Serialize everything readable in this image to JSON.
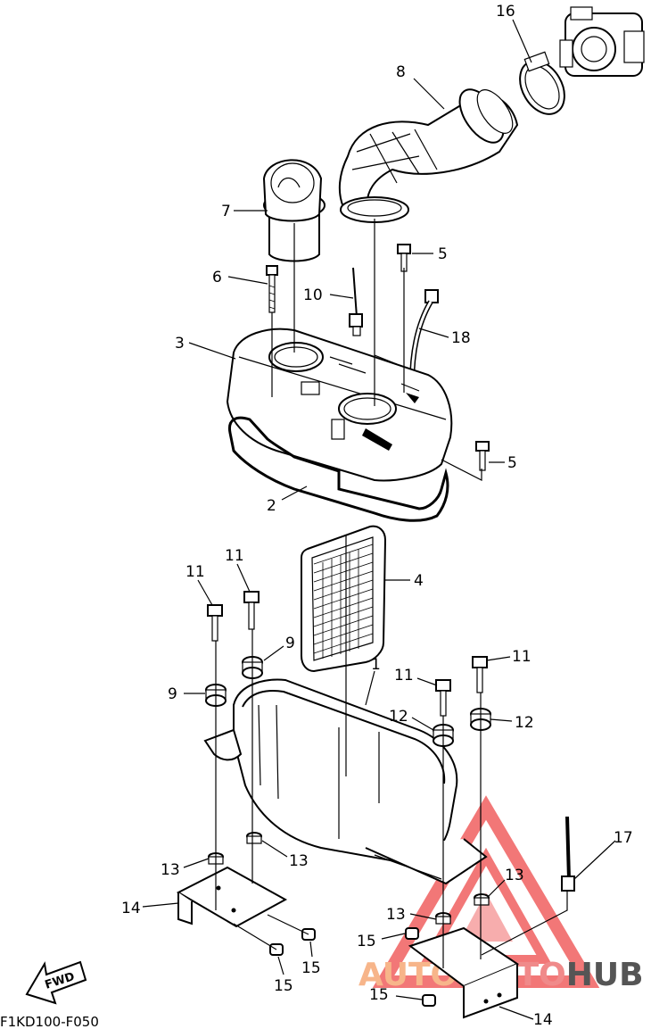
{
  "diagram": {
    "code": "F1KD100-F050",
    "fwd_label": "FWD",
    "watermark": {
      "text_left": "AUTO",
      "text_middle": "MOTO",
      "text_right": "HUB",
      "color_left": "#f7b58a",
      "color_middle": "#f08a8a",
      "color_right": "#555555",
      "logo_color": "#ee4a4a"
    },
    "callouts": [
      {
        "id": "c16",
        "label": "16"
      },
      {
        "id": "c8",
        "label": "8"
      },
      {
        "id": "c7",
        "label": "7"
      },
      {
        "id": "c5a",
        "label": "5"
      },
      {
        "id": "c6",
        "label": "6"
      },
      {
        "id": "c10",
        "label": "10"
      },
      {
        "id": "c18",
        "label": "18"
      },
      {
        "id": "c3",
        "label": "3"
      },
      {
        "id": "c5b",
        "label": "5"
      },
      {
        "id": "c2",
        "label": "2"
      },
      {
        "id": "c4",
        "label": "4"
      },
      {
        "id": "c11a",
        "label": "11"
      },
      {
        "id": "c11b",
        "label": "11"
      },
      {
        "id": "c9a",
        "label": "9"
      },
      {
        "id": "c9b",
        "label": "9"
      },
      {
        "id": "c1",
        "label": "1"
      },
      {
        "id": "c11c",
        "label": "11"
      },
      {
        "id": "c11d",
        "label": "11"
      },
      {
        "id": "c12a",
        "label": "12"
      },
      {
        "id": "c12b",
        "label": "12"
      },
      {
        "id": "c17",
        "label": "17"
      },
      {
        "id": "c13a",
        "label": "13"
      },
      {
        "id": "c13b",
        "label": "13"
      },
      {
        "id": "c13c",
        "label": "13"
      },
      {
        "id": "c13d",
        "label": "13"
      },
      {
        "id": "c14a",
        "label": "14"
      },
      {
        "id": "c14b",
        "label": "14"
      },
      {
        "id": "c15a",
        "label": "15"
      },
      {
        "id": "c15b",
        "label": "15"
      },
      {
        "id": "c15c",
        "label": "15"
      },
      {
        "id": "c15d",
        "label": "15"
      }
    ]
  }
}
